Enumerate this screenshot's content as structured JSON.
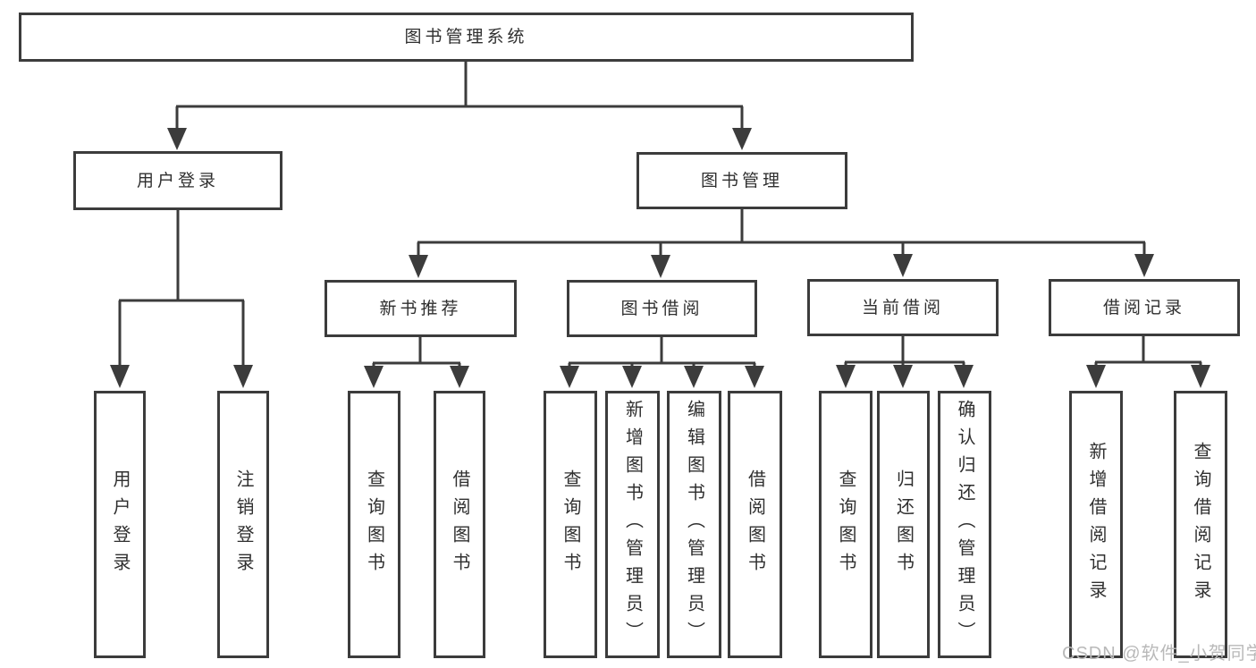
{
  "diagram": {
    "root": {
      "label": "图书管理系统"
    },
    "branches": [
      {
        "label": "用户登录",
        "children": [
          {
            "label": "用户登录"
          },
          {
            "label": "注销登录"
          }
        ]
      },
      {
        "label": "图书管理",
        "children": [
          {
            "label": "新书推荐",
            "children": [
              {
                "label": "查询图书"
              },
              {
                "label": "借阅图书"
              }
            ]
          },
          {
            "label": "图书借阅",
            "children": [
              {
                "label": "查询图书"
              },
              {
                "label": "新增图书（管理员）"
              },
              {
                "label": "编辑图书（管理员）"
              },
              {
                "label": "借阅图书"
              }
            ]
          },
          {
            "label": "当前借阅",
            "children": [
              {
                "label": "查询图书"
              },
              {
                "label": "归还图书"
              },
              {
                "label": "确认归还（管理员）"
              }
            ]
          },
          {
            "label": "借阅记录",
            "children": [
              {
                "label": "新增借阅记录"
              },
              {
                "label": "查询借阅记录"
              }
            ]
          }
        ]
      }
    ],
    "watermark": "CSDN @软件_小贺同学",
    "colors": {
      "line": "#3c3c3c",
      "border": "#3c3c3c",
      "text": "#2f2f2f",
      "watermark": "#b9b9b9",
      "background": "#ffffff"
    }
  }
}
